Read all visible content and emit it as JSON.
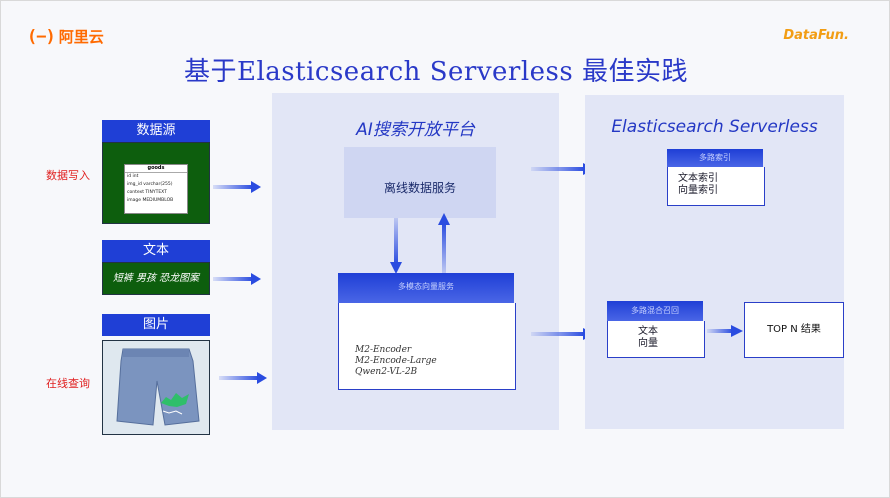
{
  "header": {
    "brand_left": "阿里云",
    "brand_right": "DataFun.",
    "title": "基于Elasticsearch Serverless 最佳实践"
  },
  "left": {
    "datasource_header": "数据源",
    "goods_table": {
      "name": "goods",
      "fields": [
        "id int",
        "img_id  varchar(255)",
        "context TINYTEXT",
        "image MEDIUMBLOB"
      ]
    },
    "write_label": "数据写入",
    "text_header": "文本",
    "text_example": "短裤 男孩 恐龙图案",
    "image_header": "图片",
    "query_label": "在线查询"
  },
  "ai_platform": {
    "title": "AI搜索开放平台",
    "offline_service": "离线数据服务",
    "vector_service_header": "多模态向量服务",
    "models": [
      "M2-Encoder",
      "M2-Encode-Large",
      "Qwen2-VL-2B"
    ]
  },
  "es": {
    "title": "Elasticsearch Serverless",
    "index_header": "多路索引",
    "index_items": [
      "文本索引",
      "向量索引"
    ],
    "recall_header": "多路混合召回",
    "recall_items": [
      "文本",
      "向量"
    ],
    "result": "TOP N 结果"
  },
  "colors": {
    "accent_blue": "#1f3fd6",
    "title_blue": "#2a39c8",
    "panel_bg": "#e2e6f6",
    "green": "#0d5e0d",
    "label_red": "#e02020",
    "brand_orange": "#ff6a00"
  }
}
